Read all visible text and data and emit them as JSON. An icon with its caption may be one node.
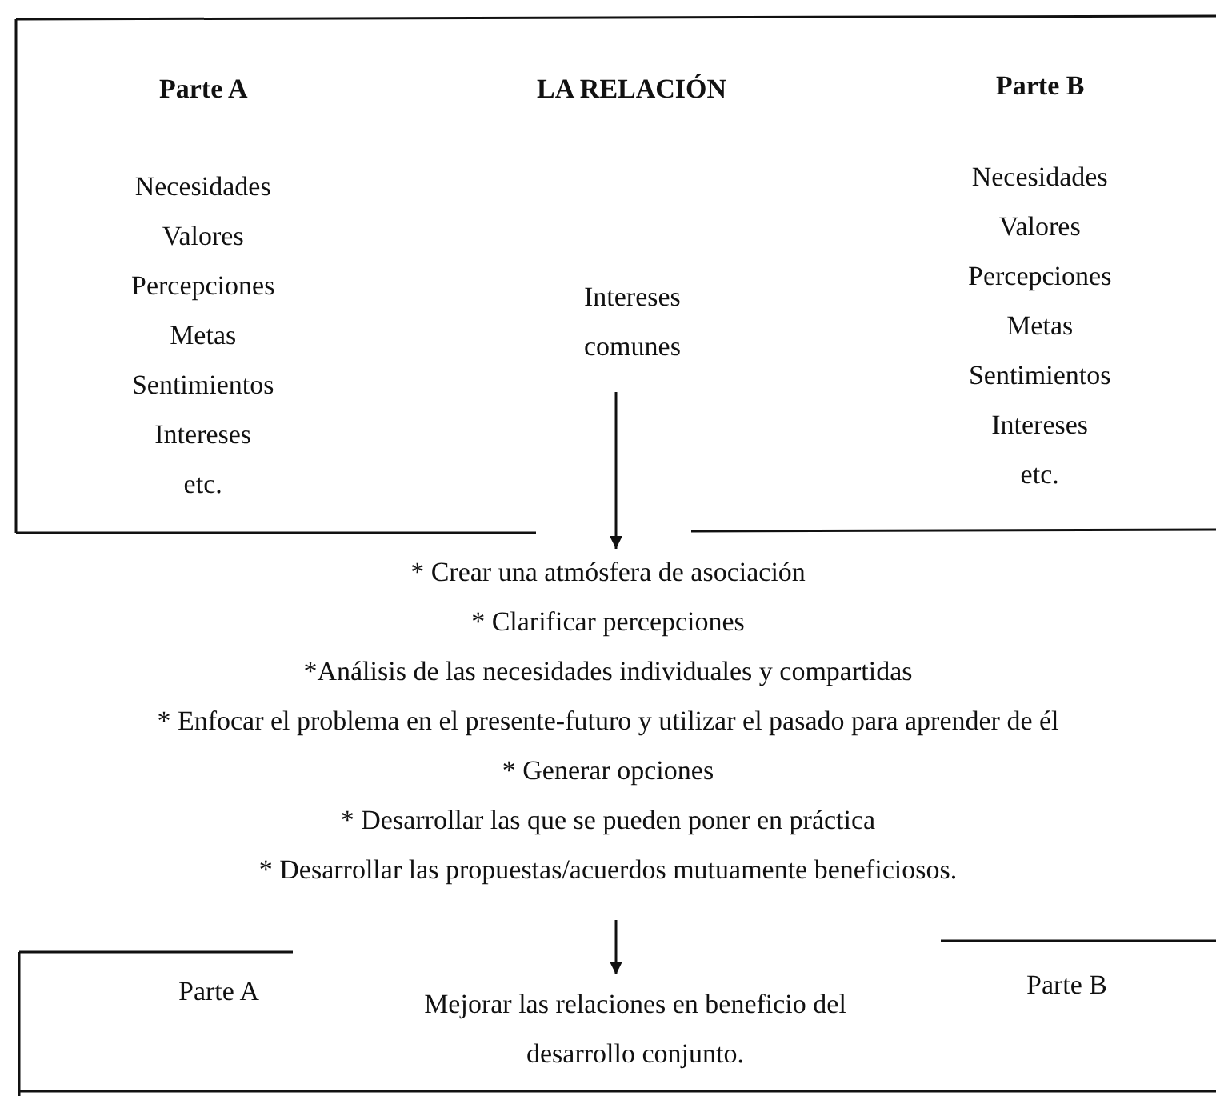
{
  "diagram": {
    "nodes": [
      {
        "text": [
          "Parte A",
          "LA RELACIÓN",
          "Parte B",
          "Necesidades Valores Percepciones Metas Sentimientos Intereses etc.",
          "Intereses comunes",
          "Necesidades Valores Percepciones Metas Sentimientos Intereses etc."
        ]
      },
      {
        "text": [
          "* Crear una atmósfera de asociación",
          "* Clarificar percepciones",
          "*Análisis de las necesidades individuales y compartidas",
          "* Enfocar el problema en el presente-futuro y utilizar el pasado para aprender de él",
          "* Generar opciones",
          "* Desarrollar las que se pueden poner en práctica",
          "* Desarrollar las propuestas/acuerdos mutuamente beneficiosos."
        ]
      },
      {
        "text": [
          "Parte A",
          "Mejorar las relaciones en beneficio del desarrollo conjunto.",
          "Parte B"
        ]
      }
    ],
    "edges": [
      {
        "from": 0,
        "to": 1,
        "arrow": "to"
      },
      {
        "from": 1,
        "to": 2,
        "arrow": "to"
      }
    ]
  }
}
